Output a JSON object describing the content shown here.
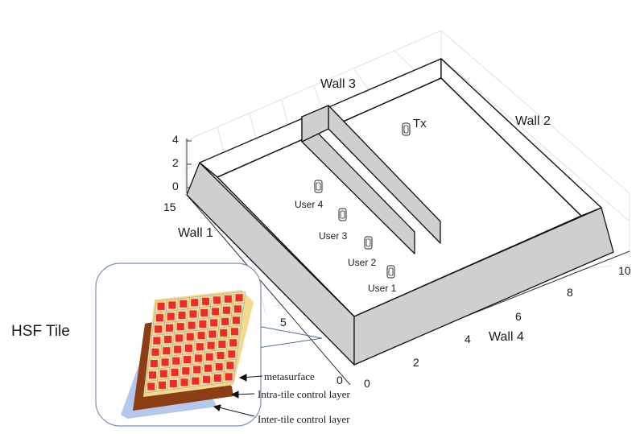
{
  "walls": {
    "wall1": "Wall 1",
    "wall2": "Wall 2",
    "wall3": "Wall 3",
    "wall4": "Wall 4"
  },
  "axes": {
    "z_ticks": [
      "4",
      "2",
      "0"
    ],
    "y_ticks": [
      "15",
      "5",
      "0"
    ],
    "x_ticks": [
      "0",
      "2",
      "4",
      "6",
      "8",
      "10"
    ]
  },
  "devices": {
    "tx": "Tx",
    "users": [
      "User 4",
      "User 3",
      "User 2",
      "User 1"
    ]
  },
  "inset": {
    "title": "HSF Tile",
    "layers": [
      "metasurface",
      "Intra-tile control layer",
      "Inter-tile control layer"
    ]
  },
  "colors": {
    "wall_face": "#cfcfcf",
    "wall_top": "#ffffff",
    "grid": "#e0e0e0",
    "metasurface_bg": "#f3d98c",
    "patch": "#ee2a2a",
    "intra_layer": "#8b3e14",
    "inter_layer": "#b4c8ec",
    "inset_border": "#7892b0"
  }
}
